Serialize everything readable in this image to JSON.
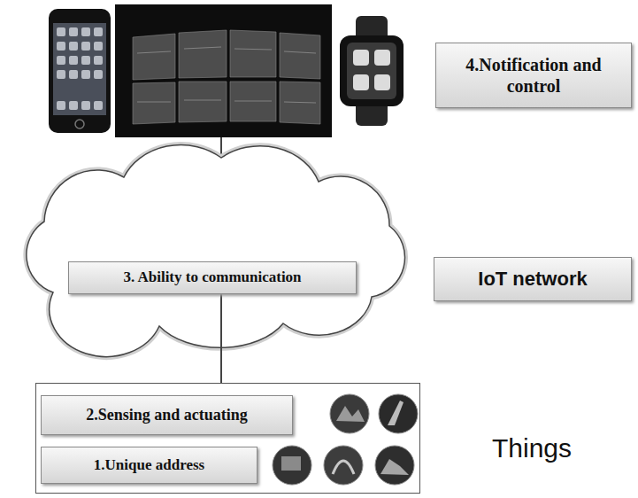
{
  "diagram": {
    "nodes": [
      {
        "text": [
          "4.Notification and control"
        ]
      },
      {
        "text": [
          "IoT network"
        ]
      },
      {
        "text": [
          "3. Ability to communication"
        ]
      },
      {
        "text": [
          "Things"
        ]
      },
      {
        "text": [
          "2.Sensing and actuating"
        ],
        "in": 3
      },
      {
        "text": [
          "1.Unique address"
        ],
        "in": 3
      }
    ],
    "edges": [
      {
        "from": 2,
        "to": 3,
        "arrow": "none"
      }
    ]
  }
}
